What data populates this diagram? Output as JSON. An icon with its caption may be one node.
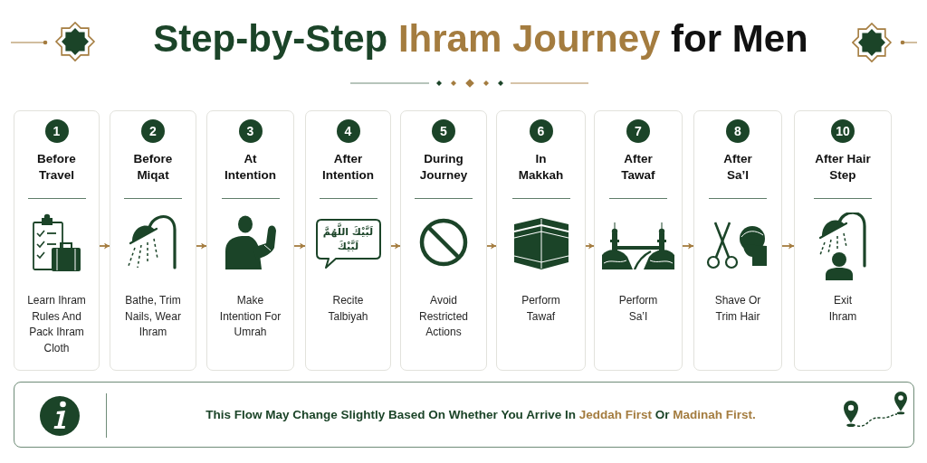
{
  "diagram": {
    "title": "Step-by-Step Ihram Journey for Men",
    "nodes": [
      {
        "text": [
          "Before Travel",
          "Learn Ihram Rules And Pack Ihram Cloth"
        ]
      },
      {
        "text": [
          "1"
        ],
        "in": 0
      },
      {
        "text": [
          "Before Miqat",
          "Bathe, Trim Nails, Wear Ihram"
        ]
      },
      {
        "text": [
          "2"
        ],
        "in": 2
      },
      {
        "text": [
          "At Intention",
          "Make Intention For Umrah"
        ]
      },
      {
        "text": [
          "3"
        ],
        "in": 4
      },
      {
        "text": [
          "After Intention",
          "Recite Talbiyah"
        ]
      },
      {
        "text": [
          "4"
        ],
        "in": 6
      },
      {
        "text": [
          "لَبَّيْكَ اللَّهُمَّ لَبَّيْكَ"
        ],
        "in": 6
      },
      {
        "text": [
          "During Journey",
          "Avoid Restricted Actions"
        ]
      },
      {
        "text": [
          "5"
        ],
        "in": 9
      },
      {
        "text": [
          "In Makkah",
          "Perform Tawaf"
        ]
      },
      {
        "text": [
          "6"
        ],
        "in": 11
      },
      {
        "text": [
          "After Tawaf",
          "Perform Sa’I"
        ]
      },
      {
        "text": [
          "7"
        ],
        "in": 13
      },
      {
        "text": [
          "After Sa’I",
          "Shave Or Trim Hair"
        ]
      },
      {
        "text": [
          "8"
        ],
        "in": 15
      },
      {
        "text": [
          "After Hair Step",
          "Exit Ihram"
        ]
      },
      {
        "text": [
          "10"
        ],
        "in": 17
      },
      {
        "text": [
          "This Flow May Change Slightly Based On Whether You Arrive In Jeddah First Or Madinah First."
        ]
      }
    ],
    "edges": [
      {
        "from": 0,
        "to": 2,
        "arrow": "to"
      },
      {
        "from": 2,
        "to": 4,
        "arrow": "to"
      },
      {
        "from": 4,
        "to": 6,
        "arrow": "to"
      },
      {
        "from": 6,
        "to": 9,
        "arrow": "to"
      },
      {
        "from": 9,
        "to": 11,
        "arrow": "to"
      },
      {
        "from": 11,
        "to": 13,
        "arrow": "to"
      },
      {
        "from": 13,
        "to": 15,
        "arrow": "to"
      },
      {
        "from": 15,
        "to": 17,
        "arrow": "to"
      }
    ]
  }
}
